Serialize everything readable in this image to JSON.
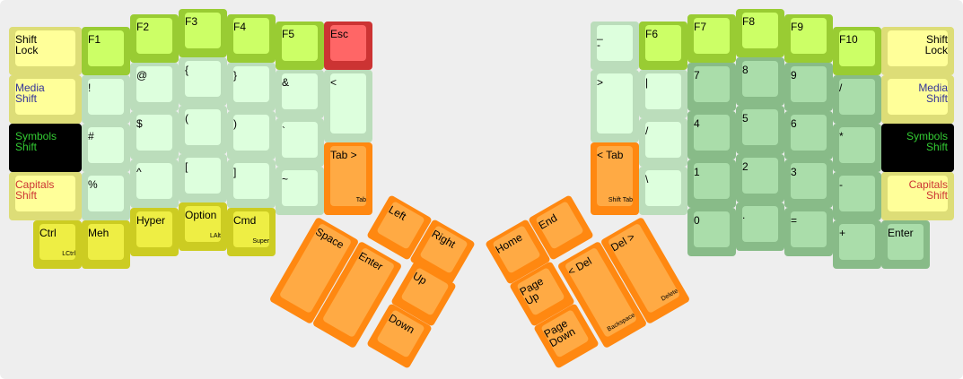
{
  "colors": {
    "background": "#eeeeee",
    "function": {
      "face": "#ccff66",
      "edge": "#99cc33"
    },
    "escape": {
      "face": "#ff6666",
      "edge": "#cc3333"
    },
    "shift": {
      "face": "#ffff99",
      "edge": "#dddd77"
    },
    "symbols_shift": {
      "face": "#000000",
      "edge": "#000000"
    },
    "symbol": {
      "face": "#ddffdd",
      "edge": "#bbddbb"
    },
    "number": {
      "face": "#aaddaa",
      "edge": "#88bb88"
    },
    "modifier": {
      "face": "#eeee44",
      "edge": "#cccc22"
    },
    "thumb": {
      "face": "#ffaa44",
      "edge": "#ff8811"
    },
    "media_text": "#333399",
    "symbols_text": "#33cc33",
    "capitals_text": "#cc3333"
  },
  "keyboard": {
    "left": {
      "shift_lock": [
        "Shift",
        "Lock"
      ],
      "media_shift": [
        "Media",
        "Shift"
      ],
      "symbols_shift": [
        "Symbols",
        "Shift"
      ],
      "capitals_shift": [
        "Capitals",
        "Shift"
      ],
      "ctrl": "Ctrl",
      "ctrl_sub": "LCtrl",
      "f1": "F1",
      "excl": "!",
      "hash": "#",
      "percent": "%",
      "meh": "Meh",
      "f2": "F2",
      "at": "@",
      "dollar": "$",
      "caret": "^",
      "hyper": "Hyper",
      "f3": "F3",
      "lbrace": "{",
      "lparen": "(",
      "lbracket": "[",
      "option": "Option",
      "option_sub": "LAlt",
      "f4": "F4",
      "rbrace": "}",
      "rparen": ")",
      "rbracket": "]",
      "cmd": "Cmd",
      "cmd_sub": "Super",
      "f5": "F5",
      "amp": "&",
      "backtick": "`",
      "tilde": "~",
      "esc": "Esc",
      "lt": "<",
      "tab": "Tab >",
      "tab_sub": "Tab"
    },
    "right": {
      "under": "_",
      "dash": "-",
      "gt": ">",
      "shift_tab": "< Tab",
      "shift_tab_sub": "Shift Tab",
      "f6": "F6",
      "pipe": "|",
      "slash": "/",
      "backslash": "\\",
      "f7": "F7",
      "n7": "7",
      "n4": "4",
      "n1": "1",
      "n0": "0",
      "f8": "F8",
      "n8": "8",
      "n5": "5",
      "n2": "2",
      "dot": ".",
      "f9": "F9",
      "n9": "9",
      "n6": "6",
      "n3": "3",
      "equals": "=",
      "f10": "F10",
      "div": "/",
      "mul": "*",
      "minus": "-",
      "plus": "+",
      "shift_lock": [
        "Shift",
        "Lock"
      ],
      "media_shift": [
        "Media",
        "Shift"
      ],
      "symbols_shift": [
        "Symbols",
        "Shift"
      ],
      "capitals_shift": [
        "Capitals",
        "Shift"
      ],
      "enter": "Enter"
    },
    "left_thumb": {
      "left": "Left",
      "right": "Right",
      "space": "Space",
      "enter": "Enter",
      "up": "Up",
      "down": "Down"
    },
    "right_thumb": {
      "home": "Home",
      "end": "End",
      "page_up": [
        "Page",
        "Up"
      ],
      "page_down": [
        "Page",
        "Down"
      ],
      "backspace": "< Del",
      "backspace_sub": "Backspace",
      "delete": "Del >",
      "delete_sub": "Delete"
    }
  }
}
